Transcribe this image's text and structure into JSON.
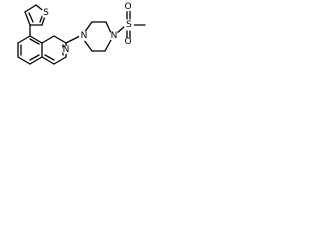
{
  "molecule": {
    "atoms": {
      "thiophene_sulfur": "S",
      "quinoline_nitrogen": "N",
      "piperazine_nitrogen_1": "N",
      "piperazine_nitrogen_2": "N",
      "sulfonyl_sulfur": "S",
      "sulfonyl_oxygen_top": "O",
      "sulfonyl_oxygen_bottom": "O"
    }
  }
}
